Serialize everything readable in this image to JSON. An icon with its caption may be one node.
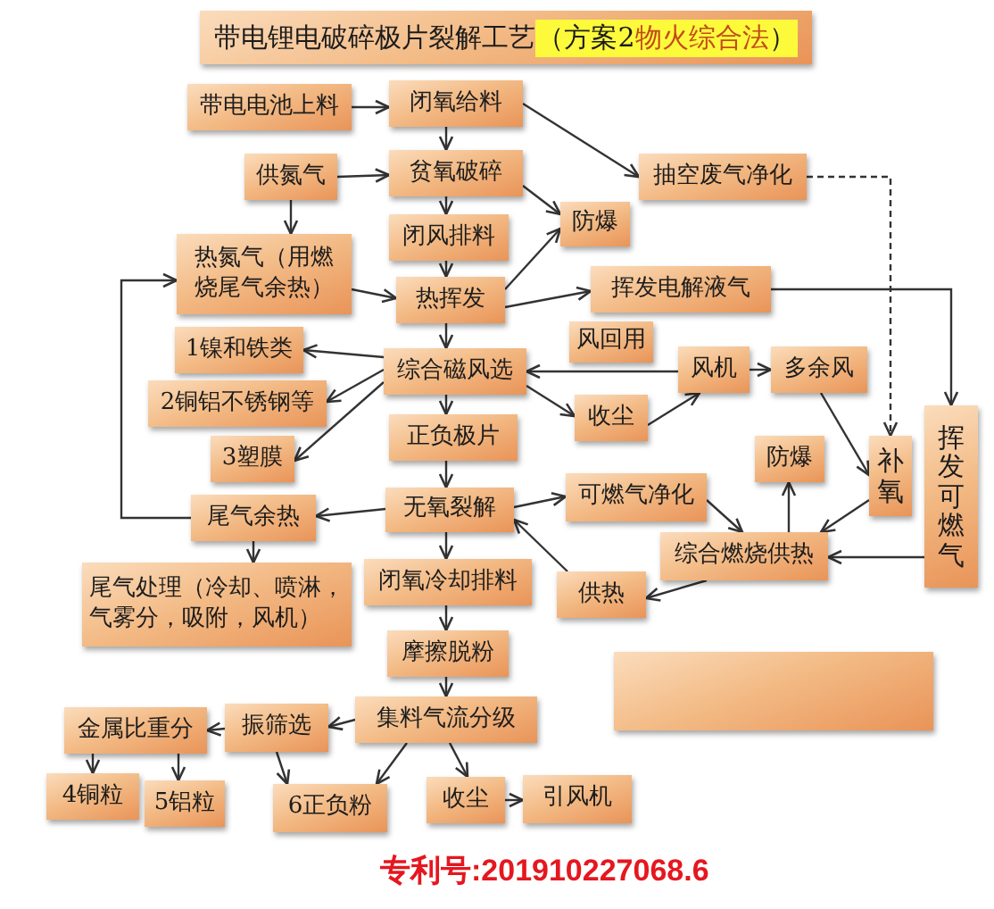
{
  "diagram": {
    "nodes": [
      {
        "text": [
          "带电锂电破碎极片裂解工艺",
          "（方案2**物火综合法**）"
        ]
      },
      {
        "text": [
          "带电电池上料"
        ]
      },
      {
        "text": [
          "闭氧给料"
        ]
      },
      {
        "text": [
          "供氮气"
        ]
      },
      {
        "text": [
          "贫氧破碎"
        ]
      },
      {
        "text": [
          "抽空废气净化"
        ]
      },
      {
        "text": [
          "闭风排料"
        ]
      },
      {
        "text": [
          "防爆"
        ]
      },
      {
        "text": [
          "热氮气（用燃烧尾气余热）"
        ]
      },
      {
        "text": [
          "热挥发"
        ]
      },
      {
        "text": [
          "挥发电解液气"
        ]
      },
      {
        "text": [
          "1镍和铁类"
        ]
      },
      {
        "text": [
          "综合磁风选"
        ]
      },
      {
        "text": [
          "风回用"
        ]
      },
      {
        "text": [
          "风机"
        ]
      },
      {
        "text": [
          "多余风"
        ]
      },
      {
        "text": [
          "2铜铝不锈钢等"
        ]
      },
      {
        "text": [
          "收尘"
        ]
      },
      {
        "text": [
          "正负极片"
        ]
      },
      {
        "text": [
          "3塑膜"
        ]
      },
      {
        "text": [
          "防爆"
        ]
      },
      {
        "text": [
          "补氧"
        ]
      },
      {
        "text": [
          "挥发可燃气"
        ]
      },
      {
        "text": [
          "可燃气净化"
        ]
      },
      {
        "text": [
          "尾气余热"
        ]
      },
      {
        "text": [
          "无氧裂解"
        ]
      },
      {
        "text": [
          "综合燃烧供热"
        ]
      },
      {
        "text": [
          "尾气处理（冷却、喷淋，气雾分，吸附，风机）"
        ]
      },
      {
        "text": [
          "闭氧冷却排料"
        ]
      },
      {
        "text": [
          "供热"
        ]
      },
      {
        "text": [
          "摩擦脱粉"
        ]
      },
      {
        "text": [],
        "shape": "box"
      },
      {
        "text": [
          "金属比重分"
        ]
      },
      {
        "text": [
          "振筛选"
        ]
      },
      {
        "text": [
          "集料气流分级"
        ]
      },
      {
        "text": [
          "4铜粒"
        ]
      },
      {
        "text": [
          "5铝粒"
        ]
      },
      {
        "text": [
          "6正负粉"
        ]
      },
      {
        "text": [
          "收尘"
        ]
      },
      {
        "text": [
          "引风机"
        ]
      }
    ],
    "edges": [
      {
        "from": 1,
        "to": 2,
        "arrow": "to"
      },
      {
        "from": 2,
        "to": 4,
        "arrow": "to"
      },
      {
        "from": 2,
        "to": 5,
        "arrow": "to"
      },
      {
        "from": 3,
        "to": 4,
        "arrow": "to"
      },
      {
        "from": 3,
        "to": 8,
        "arrow": "to"
      },
      {
        "from": 4,
        "to": 6,
        "arrow": "to"
      },
      {
        "from": 4,
        "to": 7,
        "arrow": "to"
      },
      {
        "from": 6,
        "to": 9,
        "arrow": "to"
      },
      {
        "from": 8,
        "to": 9,
        "arrow": "to"
      },
      {
        "from": 9,
        "to": 7,
        "arrow": "to"
      },
      {
        "from": 9,
        "to": 10,
        "arrow": "to"
      },
      {
        "from": 5,
        "to": 21,
        "arrow": "to",
        "style": "dashed"
      },
      {
        "from": 10,
        "to": 22,
        "arrow": "to"
      },
      {
        "from": 9,
        "to": 12,
        "arrow": "to"
      },
      {
        "from": 12,
        "to": 11,
        "arrow": "to"
      },
      {
        "from": 12,
        "to": 16,
        "arrow": "to"
      },
      {
        "from": 12,
        "to": 19,
        "arrow": "to"
      },
      {
        "from": 12,
        "to": 18,
        "arrow": "to"
      },
      {
        "from": 14,
        "to": 12,
        "arrow": "to"
      },
      {
        "from": 12,
        "to": 17,
        "arrow": "to"
      },
      {
        "from": 17,
        "to": 14,
        "arrow": "to"
      },
      {
        "from": 14,
        "to": 15,
        "arrow": "to"
      },
      {
        "from": 15,
        "to": 21,
        "arrow": "to"
      },
      {
        "from": 21,
        "to": 26,
        "arrow": "to"
      },
      {
        "from": 22,
        "to": 26,
        "arrow": "to"
      },
      {
        "from": 26,
        "to": 20,
        "arrow": "to"
      },
      {
        "from": 23,
        "to": 26,
        "arrow": "to"
      },
      {
        "from": 25,
        "to": 23,
        "arrow": "to"
      },
      {
        "from": 26,
        "to": 29,
        "arrow": "to"
      },
      {
        "from": 29,
        "to": 25,
        "arrow": "to"
      },
      {
        "from": 18,
        "to": 25,
        "arrow": "to"
      },
      {
        "from": 25,
        "to": 24,
        "arrow": "to"
      },
      {
        "from": 24,
        "to": 8,
        "arrow": "to"
      },
      {
        "from": 24,
        "to": 27,
        "arrow": "to"
      },
      {
        "from": 25,
        "to": 28,
        "arrow": "to"
      },
      {
        "from": 28,
        "to": 30,
        "arrow": "to"
      },
      {
        "from": 30,
        "to": 34,
        "arrow": "to"
      },
      {
        "from": 34,
        "to": 33,
        "arrow": "to"
      },
      {
        "from": 33,
        "to": 32,
        "arrow": "to"
      },
      {
        "from": 32,
        "to": 35,
        "arrow": "to"
      },
      {
        "from": 32,
        "to": 36,
        "arrow": "to"
      },
      {
        "from": 33,
        "to": 37,
        "arrow": "to"
      },
      {
        "from": 34,
        "to": 37,
        "arrow": "to"
      },
      {
        "from": 34,
        "to": 38,
        "arrow": "to"
      },
      {
        "from": 38,
        "to": 39,
        "arrow": "to"
      }
    ],
    "labels": [
      "专利号:201910227068.6"
    ]
  }
}
